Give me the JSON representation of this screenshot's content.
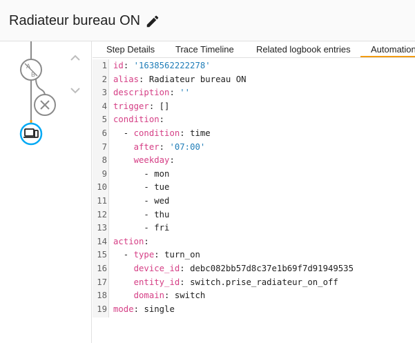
{
  "header": {
    "title": "Radiateur bureau ON",
    "edit_icon": "pencil-icon"
  },
  "graph": {
    "nodes": [
      {
        "icon": "ab-choose-icon"
      },
      {
        "icon": "close-icon"
      },
      {
        "icon": "device-action-icon"
      }
    ],
    "nav": {
      "up_icon": "chevron-up-icon",
      "down_icon": "chevron-down-icon"
    },
    "colors": {
      "node_stroke": "#8a8a8a",
      "active_ring": "#03a9f4",
      "accent_line": "#f39c12"
    }
  },
  "tabs": [
    {
      "label": "Step Details"
    },
    {
      "label": "Trace Timeline"
    },
    {
      "label": "Related logbook entries"
    },
    {
      "label": "Automation Config",
      "active": true
    }
  ],
  "editor": {
    "lines": [
      {
        "n": "1",
        "indent": "",
        "key": "id",
        "value": "'1638562222278'",
        "kind": "string"
      },
      {
        "n": "2",
        "indent": "",
        "key": "alias",
        "value": "Radiateur bureau ON",
        "kind": "plain"
      },
      {
        "n": "3",
        "indent": "",
        "key": "description",
        "value": "''",
        "kind": "string"
      },
      {
        "n": "4",
        "indent": "",
        "key": "trigger",
        "value": "[]",
        "kind": "plain"
      },
      {
        "n": "5",
        "indent": "",
        "key": "condition",
        "value": "",
        "kind": "plain"
      },
      {
        "n": "6",
        "indent": "  - ",
        "key": "condition",
        "value": "time",
        "kind": "plain"
      },
      {
        "n": "7",
        "indent": "    ",
        "key": "after",
        "value": "'07:00'",
        "kind": "string"
      },
      {
        "n": "8",
        "indent": "    ",
        "key": "weekday",
        "value": "",
        "kind": "plain"
      },
      {
        "n": "9",
        "indent": "      - ",
        "key": "",
        "value": "mon",
        "kind": "plain"
      },
      {
        "n": "10",
        "indent": "      - ",
        "key": "",
        "value": "tue",
        "kind": "plain"
      },
      {
        "n": "11",
        "indent": "      - ",
        "key": "",
        "value": "wed",
        "kind": "plain"
      },
      {
        "n": "12",
        "indent": "      - ",
        "key": "",
        "value": "thu",
        "kind": "plain"
      },
      {
        "n": "13",
        "indent": "      - ",
        "key": "",
        "value": "fri",
        "kind": "plain"
      },
      {
        "n": "14",
        "indent": "",
        "key": "action",
        "value": "",
        "kind": "plain"
      },
      {
        "n": "15",
        "indent": "  - ",
        "key": "type",
        "value": "turn_on",
        "kind": "plain"
      },
      {
        "n": "16",
        "indent": "    ",
        "key": "device_id",
        "value": "debc082bb57d8c37e1b69f7d91949535",
        "kind": "plain"
      },
      {
        "n": "17",
        "indent": "    ",
        "key": "entity_id",
        "value": "switch.prise_radiateur_on_off",
        "kind": "plain"
      },
      {
        "n": "18",
        "indent": "    ",
        "key": "domain",
        "value": "switch",
        "kind": "plain"
      },
      {
        "n": "19",
        "indent": "",
        "key": "mode",
        "value": "single",
        "kind": "plain"
      }
    ],
    "colors": {
      "key": "#d53e85",
      "string": "#1f7db8",
      "text": "#212121"
    }
  }
}
